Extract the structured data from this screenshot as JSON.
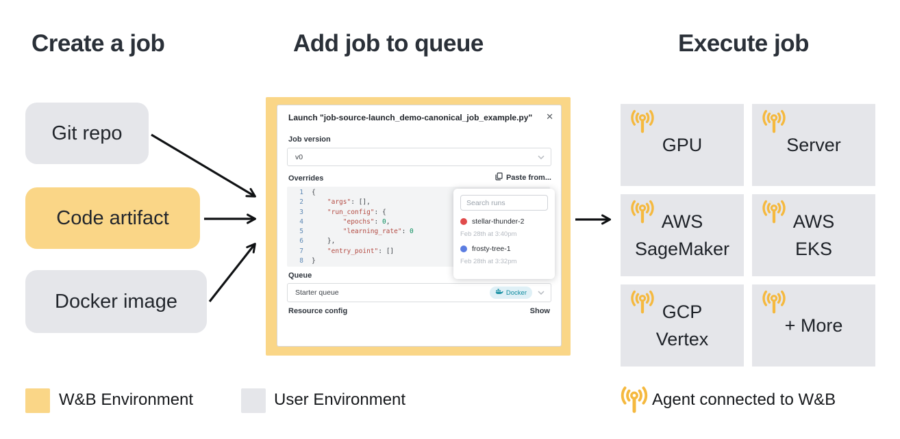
{
  "headings": {
    "create": "Create a job",
    "queue": "Add job to queue",
    "execute": "Execute job"
  },
  "sources": [
    {
      "label": "Git repo",
      "environment": "user"
    },
    {
      "label": "Code artifact",
      "environment": "wandb"
    },
    {
      "label": "Docker image",
      "environment": "user"
    }
  ],
  "modal": {
    "title": "Launch \"job-source-launch_demo-canonical_job_example.py\"",
    "close_icon": "✕",
    "job_version_label": "Job version",
    "job_version_value": "v0",
    "overrides_label": "Overrides",
    "paste_from_label": "Paste from...",
    "code_lines": [
      {
        "n": "1",
        "pre": "{"
      },
      {
        "n": "2",
        "pre": "    ",
        "key": "\"args\"",
        "post": ": [],"
      },
      {
        "n": "3",
        "pre": "    ",
        "key": "\"run_config\"",
        "post": ": {"
      },
      {
        "n": "4",
        "pre": "        ",
        "key": "\"epochs\"",
        "mid": ": ",
        "num": "0",
        "post": ","
      },
      {
        "n": "5",
        "pre": "        ",
        "key": "\"learning_rate\"",
        "mid": ": ",
        "num": "0"
      },
      {
        "n": "6",
        "pre": "    },"
      },
      {
        "n": "7",
        "pre": "    ",
        "key": "\"entry_point\"",
        "post": ": []"
      },
      {
        "n": "8",
        "pre": "}"
      }
    ],
    "queue_label": "Queue",
    "queue_value": "Starter queue",
    "queue_badge": "Docker",
    "resource_config_label": "Resource config",
    "show_label": "Show"
  },
  "runs_popup": {
    "search_placeholder": "Search runs",
    "runs": [
      {
        "name": "stellar-thunder-2",
        "time": "Feb 28th at 3:40pm",
        "dot_color": "#e04b4b"
      },
      {
        "name": "frosty-tree-1",
        "time": "Feb 28th at 3:32pm",
        "dot_color": "#5b7de1"
      }
    ]
  },
  "targets": [
    {
      "line1": "GPU"
    },
    {
      "line1": "Server"
    },
    {
      "line1": "AWS",
      "line2": "SageMaker"
    },
    {
      "line1": "AWS",
      "line2": "EKS"
    },
    {
      "line1": "GCP",
      "line2": "Vertex"
    },
    {
      "line1": "+ More"
    }
  ],
  "legend": {
    "wandb": "W&B Environment",
    "user": "User Environment",
    "agent": "Agent connected to W&B"
  },
  "colors": {
    "wandb_yellow": "#fad687",
    "user_gray": "#e5e6ea",
    "agent_gold": "#f5b93f",
    "run_dot_red": "#e04b4b",
    "run_dot_blue": "#5b7de1",
    "docker_teal": "#0d8a9e",
    "code_key_red": "#b34a42",
    "code_number_green": "#0c8f5f",
    "line_number_blue": "#5c87b3",
    "heading_text": "#2a3038"
  }
}
